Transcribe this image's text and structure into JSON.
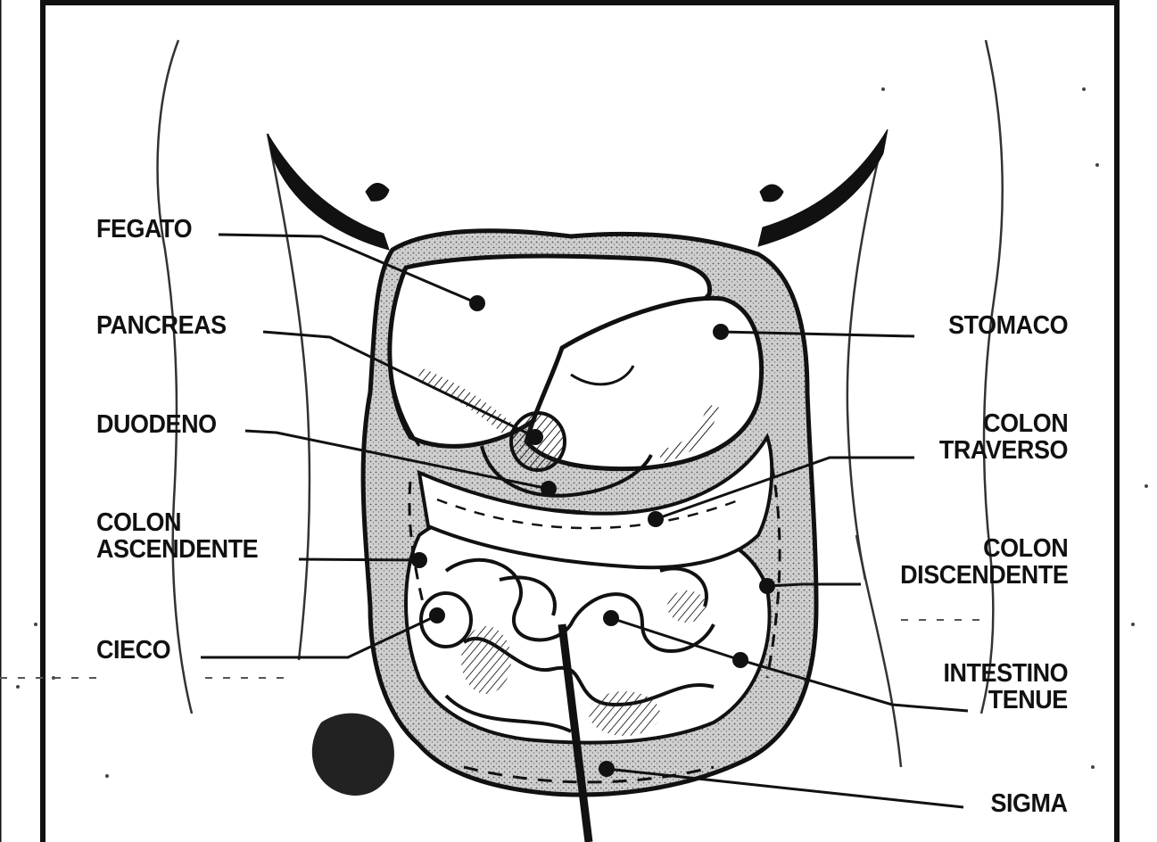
{
  "labels": {
    "fegato": "FEGATO",
    "pancreas": "PANCREAS",
    "duodeno": "DUODENO",
    "colon_ascendente_1": "COLON",
    "colon_ascendente_2": "ASCENDENTE",
    "cieco": "CIECO",
    "stomaco": "STOMACO",
    "colon_traverso_1": "COLON",
    "colon_traverso_2": "TRAVERSO",
    "colon_discendente_1": "COLON",
    "colon_discendente_2": "DISCENDENTE",
    "intestino_tenue_1": "INTESTINO",
    "intestino_tenue_2": "TENUE",
    "sigma": "SIGMA"
  }
}
